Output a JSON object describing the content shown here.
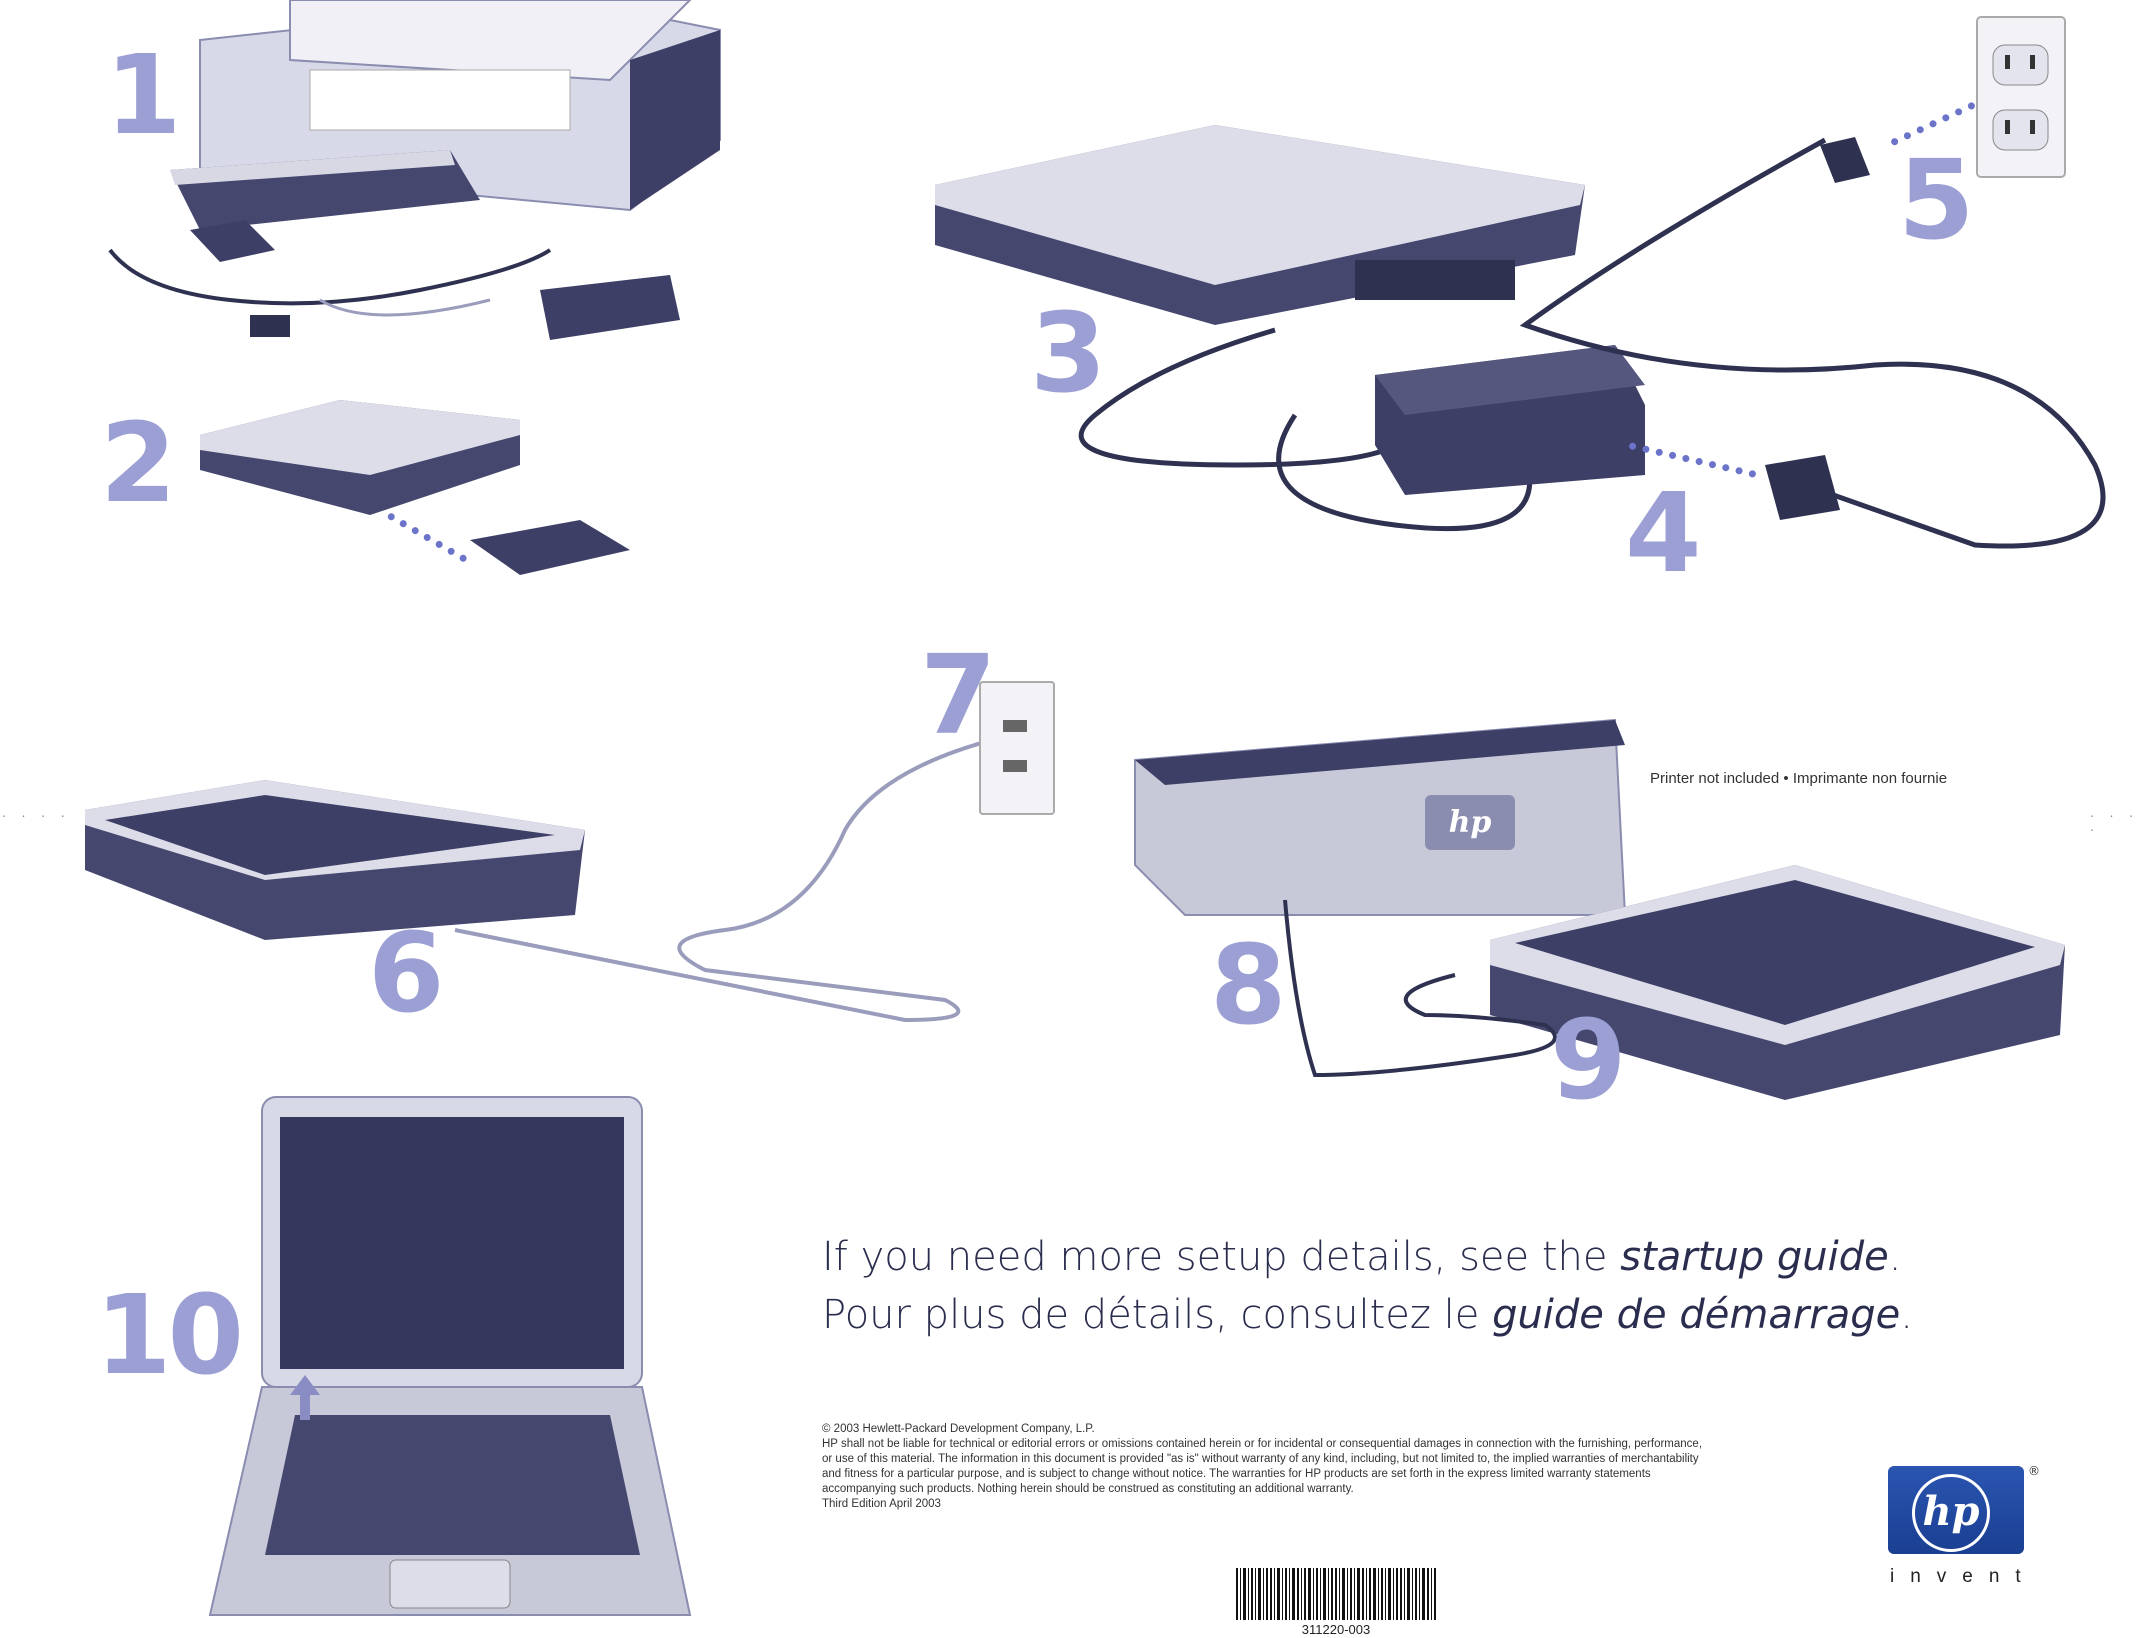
{
  "steps": {
    "s1": "1",
    "s2": "2",
    "s3": "3",
    "s4": "4",
    "s5": "5",
    "s6": "6",
    "s7": "7",
    "s8": "8",
    "s9": "9",
    "s10": "10"
  },
  "printer_note": "Printer not included • Imprimante non fournie",
  "headline": {
    "en_prefix": "If you need more setup details, see the ",
    "en_italic": "startup guide",
    "en_suffix": ".",
    "fr_prefix": "Pour plus de détails, consultez le ",
    "fr_italic": "guide de démarrage",
    "fr_suffix": "."
  },
  "legal": {
    "copyright": "© 2003 Hewlett-Packard Development Company, L.P.",
    "disclaimer": "HP shall not be liable for technical or editorial errors or omissions contained herein or for incidental or consequential damages in connection with the furnishing, performance, or use of this material. The information in this document is provided \"as is\" without warranty of any kind, including, but not limited to, the implied warranties of merchantability and fitness for a particular purpose, and is subject to change without notice. The warranties for HP products are set forth in the express limited warranty statements accompanying such products. Nothing herein should be construed as constituting an additional warranty.",
    "edition": "Third Edition April 2003"
  },
  "barcode_number": "311220-003",
  "brand": {
    "logo_text": "hp",
    "tagline": "invent",
    "registered": "®"
  },
  "crop_marks": ". . . .",
  "colors": {
    "step_number": "#9b9fd4",
    "device": "#3d3f66",
    "accent_dots": "#6b74c9",
    "logo_blue": "#1a3f92"
  }
}
